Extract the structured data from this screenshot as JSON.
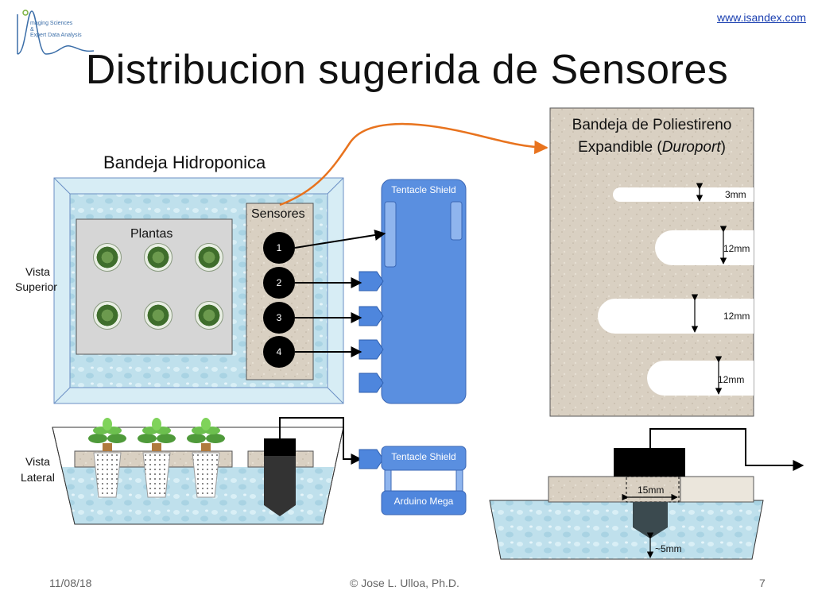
{
  "header": {
    "logo_line1": "maging Sciences",
    "logo_line2": "&",
    "logo_line3": "Expert Data Analysis",
    "url": "www.isandex.com",
    "title": "Distribucion sugerida de Sensores"
  },
  "top_view": {
    "tray_title": "Bandeja Hidroponica",
    "side_label_1": "Vista",
    "side_label_2": "Superior",
    "plants_label": "Plantas",
    "sensors_label": "Sensores",
    "sensors": [
      "1",
      "2",
      "3",
      "4"
    ]
  },
  "shield": {
    "label": "Tentacle Shield"
  },
  "lateral_view": {
    "side_label_1": "Vista",
    "side_label_2": "Lateral",
    "shield_label": "Tentacle Shield",
    "arduino_label": "Arduino Mega"
  },
  "foam": {
    "title_line1": "Bandeja de Poliestireno",
    "title_prefix": "Expandible (",
    "title_italic": "Duroport",
    "title_suffix": ")",
    "slots": [
      "3mm",
      "12mm",
      "12mm",
      "12mm"
    ]
  },
  "detail": {
    "width_label": "15mm",
    "depth_label": "~5mm"
  },
  "footer": {
    "date": "11/08/18",
    "author": "© Jose L. Ulloa, Ph.D.",
    "page": "7"
  },
  "colors": {
    "water": "#bfe0ec",
    "foam": "#d9d0c2",
    "accent_orange": "#e8731e",
    "shield_blue": "#4f86dd"
  }
}
